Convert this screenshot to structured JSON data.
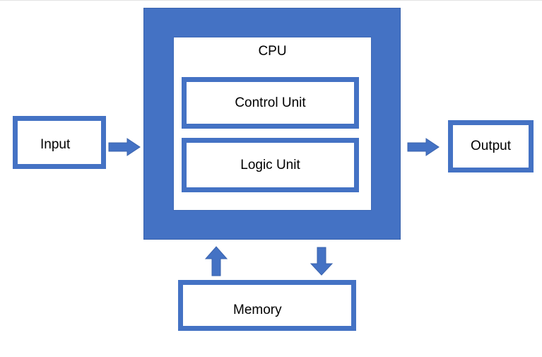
{
  "diagram": {
    "cpu_label": "CPU",
    "control_unit_label": "Control Unit",
    "logic_unit_label": "Logic Unit",
    "input_label": "Input",
    "output_label": "Output",
    "memory_label": "Memory"
  },
  "colors": {
    "accent": "#4472c4",
    "background": "#ffffff",
    "text": "#000000"
  }
}
